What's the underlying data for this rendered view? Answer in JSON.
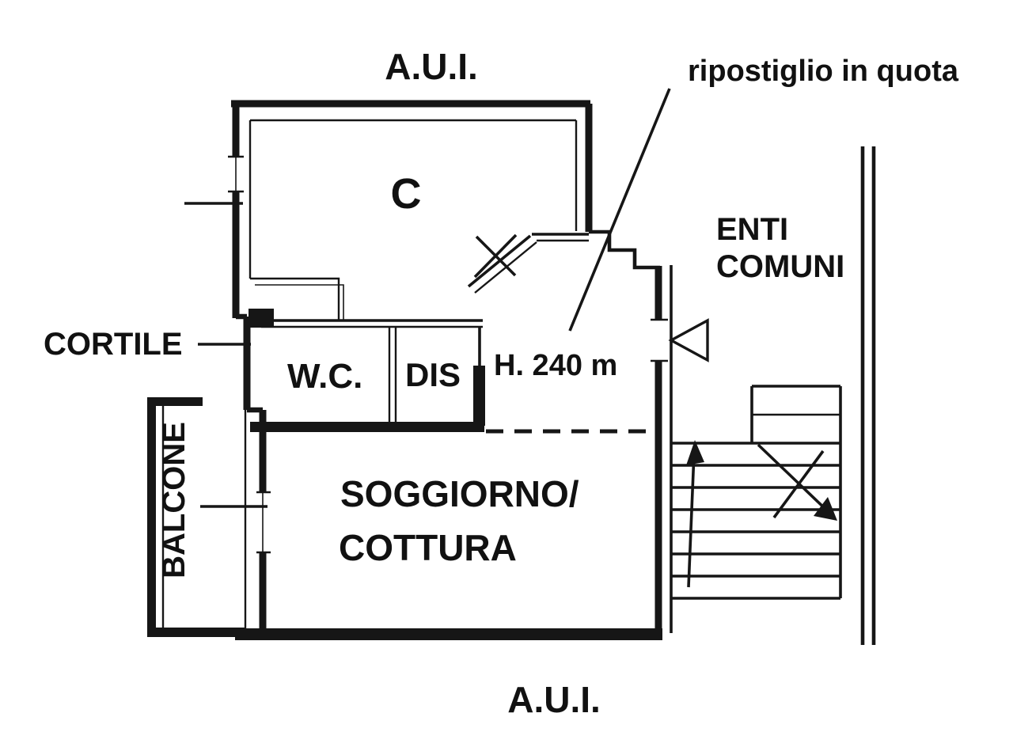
{
  "colors": {
    "ink": "#1b1b1b",
    "background": "#ffffff"
  },
  "labels": {
    "aui_top": "A.U.I.",
    "aui_bottom": "A.U.I.",
    "annotation_ripostiglio": "ripostiglio in quota",
    "room_c": "C",
    "cortile": "CORTILE",
    "wc": "W.C.",
    "dis": "DIS",
    "height_note": "H. 240 m",
    "enti_comuni_line1": "ENTI",
    "enti_comuni_line2": "COMUNI",
    "soggiorno_line1": "SOGGIORNO/",
    "soggiorno_line2": "COTTURA",
    "balcone": "BALCONE"
  }
}
